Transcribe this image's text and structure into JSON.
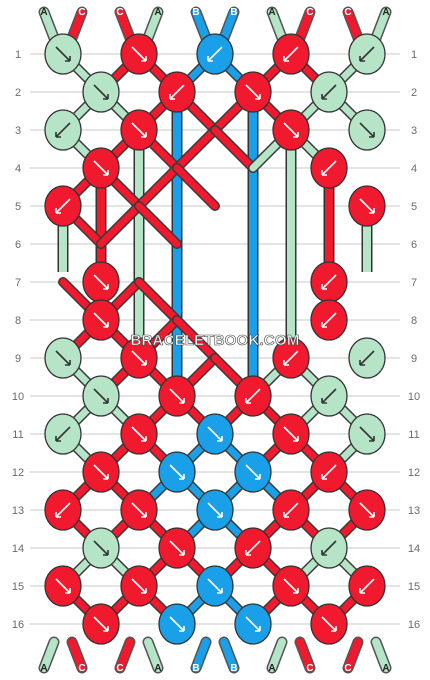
{
  "watermark": "BRACELETBOOK.COM",
  "colors": {
    "A": "#b5e5c6",
    "B": "#1aa0e8",
    "C": "#f0192e"
  },
  "strand_order": [
    "A",
    "C",
    "C",
    "A",
    "B",
    "B",
    "A",
    "C",
    "C",
    "A"
  ],
  "row_labels": [
    "1",
    "2",
    "3",
    "4",
    "5",
    "6",
    "7",
    "8",
    "9",
    "10",
    "11",
    "12",
    "13",
    "14",
    "15",
    "16"
  ],
  "knots": [
    [
      "r1",
      [
        [
          "A",
          "se"
        ],
        [
          "C",
          "se"
        ],
        [
          "B",
          "sw"
        ],
        [
          "C",
          "sw"
        ],
        [
          "A",
          "sw"
        ]
      ]
    ],
    [
      "r2",
      [
        [
          "A",
          "se"
        ],
        [
          "C",
          "sw"
        ],
        [
          "C",
          "se"
        ],
        [
          "A",
          "sw"
        ]
      ]
    ],
    [
      "r3",
      [
        [
          "A",
          "sw"
        ],
        [
          "C",
          "se"
        ],
        [
          "C",
          "se"
        ],
        [
          "A",
          "se"
        ]
      ]
    ],
    [
      "r4",
      [
        [
          "C",
          "se"
        ],
        [
          "C",
          "sw"
        ]
      ]
    ],
    [
      "r5",
      [
        [
          "C",
          "sw"
        ],
        [
          "C",
          "se"
        ]
      ]
    ],
    [
      "r6",
      []
    ],
    [
      "r7",
      [
        [
          "C",
          "se"
        ],
        [
          "C",
          "sw"
        ]
      ]
    ],
    [
      "r8",
      [
        [
          "C",
          "se"
        ],
        [
          "C",
          "sw"
        ]
      ]
    ],
    [
      "r9",
      [
        [
          "A",
          "se"
        ],
        [
          "C",
          "se"
        ],
        [
          "C",
          "sw"
        ],
        [
          "A",
          "sw"
        ]
      ]
    ],
    [
      "r10",
      [
        [
          "A",
          "se"
        ],
        [
          "C",
          "se"
        ],
        [
          "C",
          "sw"
        ],
        [
          "A",
          "sw"
        ]
      ]
    ],
    [
      "r11",
      [
        [
          "A",
          "sw"
        ],
        [
          "C",
          "se"
        ],
        [
          "B",
          "se"
        ],
        [
          "C",
          "se"
        ],
        [
          "A",
          "se"
        ]
      ]
    ],
    [
      "r12",
      [
        [
          "C",
          "se"
        ],
        [
          "B",
          "se"
        ],
        [
          "B",
          "se"
        ],
        [
          "C",
          "sw"
        ]
      ]
    ],
    [
      "r13",
      [
        [
          "C",
          "sw"
        ],
        [
          "C",
          "se"
        ],
        [
          "B",
          "se"
        ],
        [
          "C",
          "sw"
        ],
        [
          "C",
          "se"
        ]
      ]
    ],
    [
      "r14",
      [
        [
          "A",
          "se"
        ],
        [
          "C",
          "se"
        ],
        [
          "C",
          "sw"
        ],
        [
          "A",
          "sw"
        ]
      ]
    ],
    [
      "r15",
      [
        [
          "C",
          "se"
        ],
        [
          "C",
          "se"
        ],
        [
          "B",
          "se"
        ],
        [
          "C",
          "se"
        ],
        [
          "C",
          "sw"
        ]
      ]
    ],
    [
      "r16",
      [
        [
          "C",
          "se"
        ],
        [
          "B",
          "se"
        ],
        [
          "B",
          "se"
        ],
        [
          "C",
          "se"
        ]
      ]
    ]
  ]
}
